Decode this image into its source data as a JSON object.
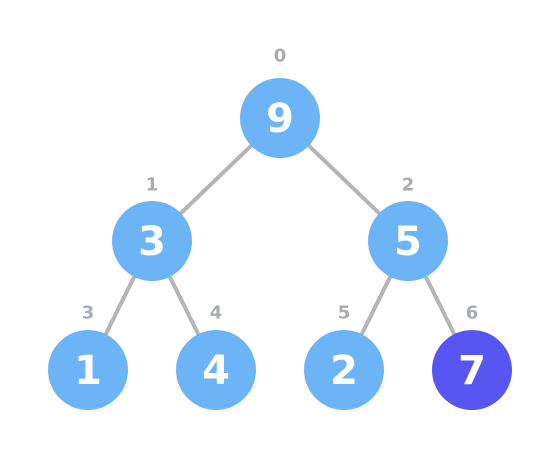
{
  "heap": {
    "nodes": [
      {
        "index": "0",
        "value": "9",
        "highlighted": false
      },
      {
        "index": "1",
        "value": "3",
        "highlighted": false
      },
      {
        "index": "2",
        "value": "5",
        "highlighted": false
      },
      {
        "index": "3",
        "value": "1",
        "highlighted": false
      },
      {
        "index": "4",
        "value": "4",
        "highlighted": false
      },
      {
        "index": "5",
        "value": "2",
        "highlighted": false
      },
      {
        "index": "6",
        "value": "7",
        "highlighted": true
      }
    ],
    "edges": [
      {
        "from": 0,
        "to": 1
      },
      {
        "from": 0,
        "to": 2
      },
      {
        "from": 1,
        "to": 3
      },
      {
        "from": 1,
        "to": 4
      },
      {
        "from": 2,
        "to": 5
      },
      {
        "from": 2,
        "to": 6
      }
    ],
    "colors": {
      "node": "#6cb4f5",
      "highlight": "#5856f2",
      "edge": "#b4b4b4",
      "index_label": "#a8abb3",
      "value_text": "#ffffff"
    }
  }
}
